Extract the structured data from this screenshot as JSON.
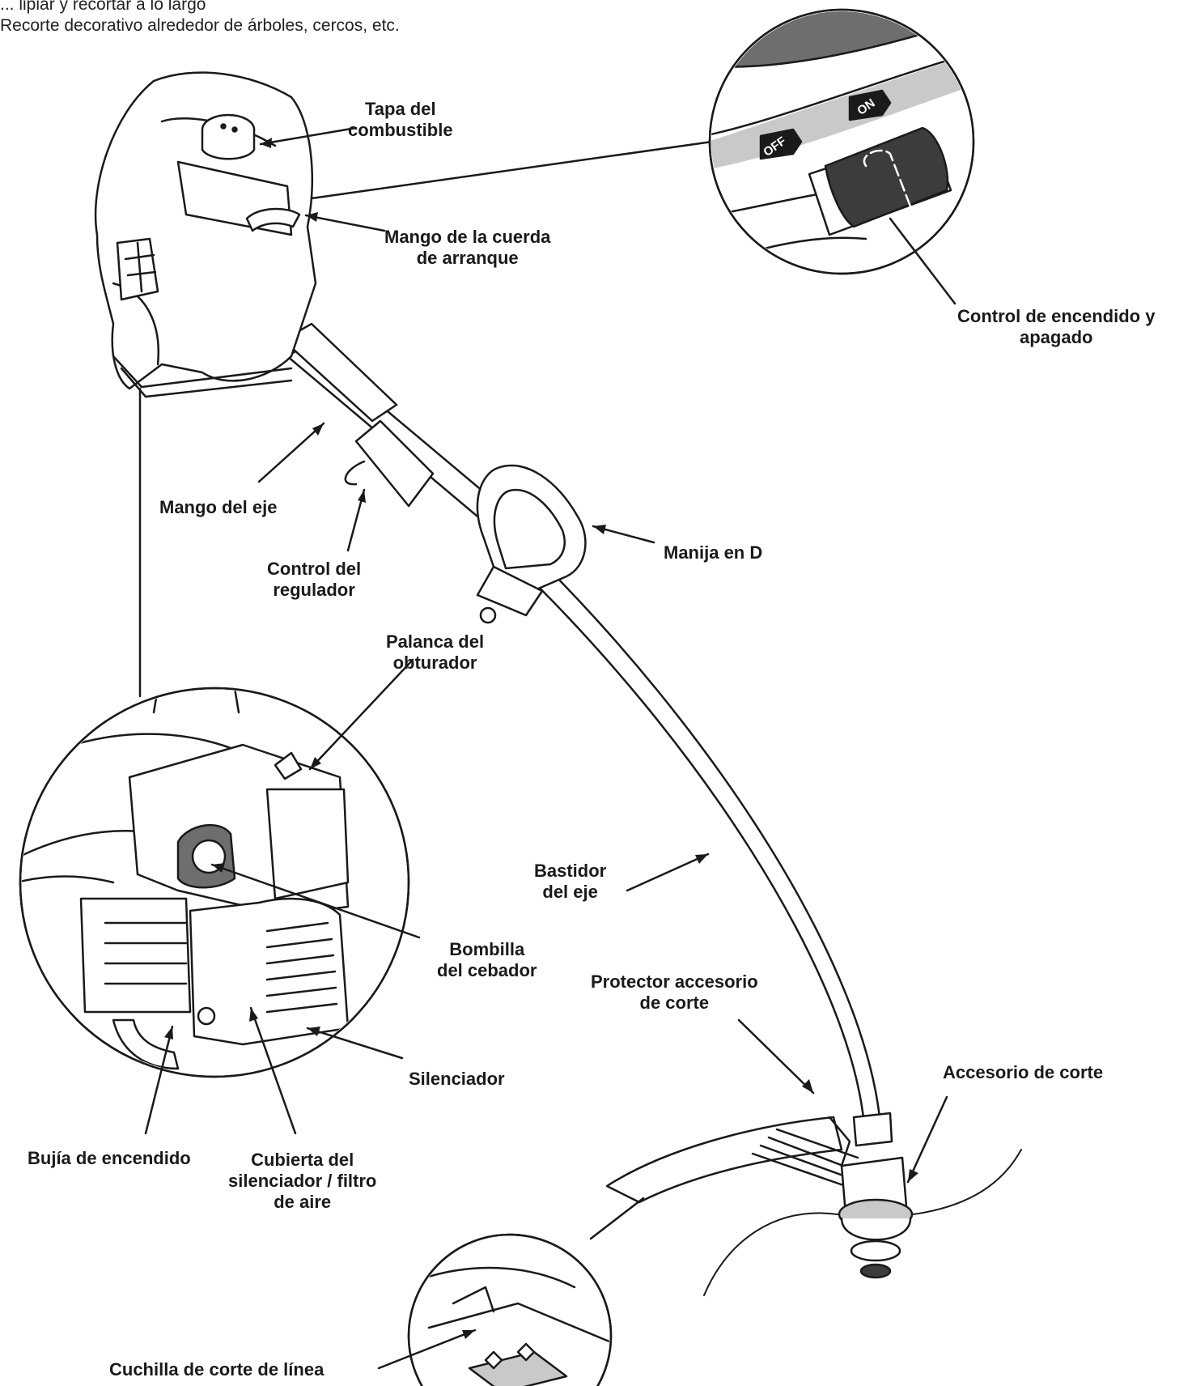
{
  "intro_text": {
    "line1": "... lipiar y recortar a lo largo",
    "line2": "Recorte decorativo alrededor de árboles, cercos, etc."
  },
  "callouts": {
    "fuel_cap": [
      "Tapa del",
      "combustible"
    ],
    "starter_rope_handle": [
      "Mango de la cuerda",
      "de arranque"
    ],
    "on_off_control": [
      "Control de encendido y",
      "apagado"
    ],
    "shaft_handle": [
      "Mango del eje"
    ],
    "throttle_control": [
      "Control del",
      "regulador"
    ],
    "d_handle": [
      "Manija en D"
    ],
    "choke_lever": [
      "Palanca del",
      "obturador"
    ],
    "shaft_housing": [
      "Bastidor",
      "del eje"
    ],
    "primer_bulb": [
      "Bombilla",
      "del cebador"
    ],
    "guard": [
      "Protector accesorio",
      "de corte"
    ],
    "cutting_attachment": [
      "Accesorio de corte"
    ],
    "muffler": [
      "Silenciador"
    ],
    "spark_plug": [
      "Bujía de encendido"
    ],
    "muffler_cover": [
      "Cubierta del",
      "silenciador / filtro",
      "de aire"
    ],
    "line_cutter_blade": [
      "Cuchilla de corte de línea"
    ]
  },
  "switch_labels": {
    "on": "ON",
    "off": "OFF"
  },
  "colors": {
    "line": "#1a1a1a",
    "housing_gray": "#6e6e6e",
    "light_gray": "#c9c9c9",
    "switch_dark": "#3c3c3c"
  }
}
